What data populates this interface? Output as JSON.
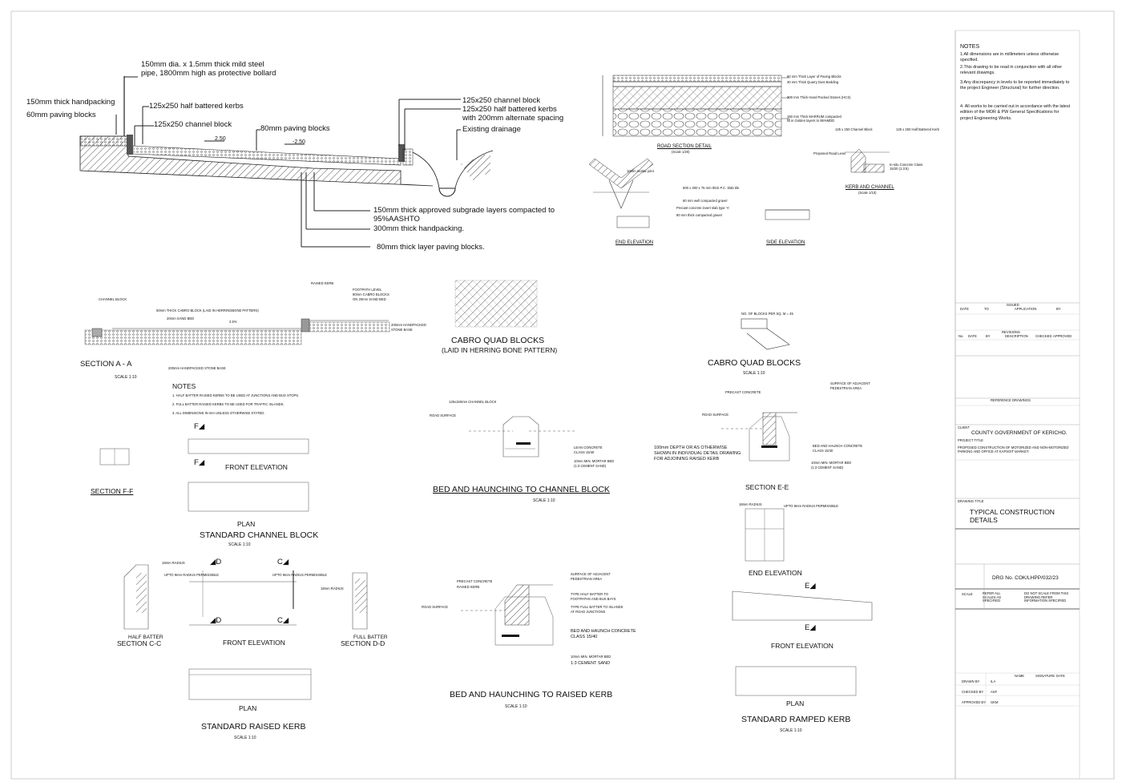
{
  "road_section": {
    "leaders": [
      "150mm dia. x 1.5mm thick mild steel",
      "pipe, 1800mm high as protective bollard",
      "150mm thick handpacking",
      "60mm paving blocks",
      "125x250 half battered kerbs",
      "125x250 channel block",
      "80mm paving blocks",
      "125x250 channel block",
      "125x250 half battered kerbs",
      "with 200mm alternate spacing",
      "Existing drainage",
      "150mm thick approved subgrade layers compacted to",
      "95%AASHTO",
      "300mm thick handpacking.",
      "80mm thick layer paving blocks."
    ],
    "falls": [
      "2.50",
      "-2.50"
    ]
  },
  "road_detail": {
    "title": "ROAD SECTION DETAIL",
    "scale": "(Scale 1/20)",
    "layers": [
      "80 mm Thick Layer of Paving Blocks",
      "30 mm Thick Quarry Dust Bedding",
      "300 mm Thick Hand Packed Stones (HCS)",
      "150 mm Thick MARRUM compacted fill in Golden layers to 95%MDD"
    ],
    "end_elevation": "END ELEVATION",
    "side_elevation": "SIDE ELEVATION",
    "end_notes": [
      "10mm mortar joint",
      "600 x 300 x 75 mm thick P.C. Slab tile",
      "60 mm well compacted gravel",
      "Precast concrete invert slab type 'A'",
      "80 mm thick compacted gravel"
    ],
    "kerb_title": "KERB AND CHANNEL",
    "kerb_scale": "(Scale 1/10)",
    "kerb_notes": [
      "125 x 250 Channel Block",
      "125 x 250 Half Battered Kerb",
      "Proposed Road Level",
      "In-situ Concrete Class 15/20 (1:3:6)"
    ]
  },
  "section_aa": {
    "title": "SECTION A - A",
    "scale": "SCALE 1:10",
    "labels": [
      "CHANNEL BLOCK",
      "50mm THICK CABRO BLOCK (LAID IN HERRINGBONE PATTERN)",
      "20mm SAND BED",
      "2.5%",
      "RAISED KERB",
      "FOOTPATH LEVEL",
      "80mm CABRO BLOCKS",
      "ON 20mm SAND BED",
      "200mm HANDPACKED",
      "STONE BASE",
      "200mm HANDPACKED STONE BASE"
    ]
  },
  "cabro_1": {
    "title": "CABRO QUAD BLOCKS",
    "subtitle": "(LAID IN HERRING BONE PATTERN)"
  },
  "cabro_2": {
    "title": "CABRO QUAD BLOCKS",
    "scale": "SCALE 1:10",
    "note": "NO. OF BLOCKS PER SQ. M = 45"
  },
  "notes_left": {
    "title": "NOTES",
    "items": [
      "1. HALF BATTER RAISED KERBS TO BE USED AT JUNCTIONS AND BUS STOPS.",
      "2. FULL BATTER RAISED KERBS TO BE USED FOR TRAFFIC ISLANDS.",
      "3. ALL DIMENSIONS IN mm UNLESS OTHERWISE STATED."
    ]
  },
  "channel_block": {
    "section_ff": "SECTION F-F",
    "front_elevation": "FRONT ELEVATION",
    "plan": "PLAN",
    "title": "STANDARD CHANNEL BLOCK",
    "scale": "SCALE 1:10",
    "marker_f1": "F",
    "marker_f2": "F"
  },
  "bed_channel": {
    "title": "BED AND HAUNCHING TO CHANNEL BLOCK",
    "scale": "SCALE 1:10",
    "labels": [
      "125x150mm CHANNEL BLOCK",
      "ROAD SURFACE",
      "LEAN CONCRETE",
      "CLASS 15/40",
      "10mm MIN. MORTAR BED",
      "(1:3 CEMENT SAND)"
    ]
  },
  "section_ee": {
    "title": "SECTION E-E",
    "labels": [
      "SURFACE OF ADJACENT",
      "PEDESTRIAN AREA",
      "PRECAST CONCRETE",
      "ROAD SURFACE",
      "100mm DEPTH OR AS OTHERWISE",
      "SHOWN IN INDIVIDUAL DETAIL DRAWING",
      "FOR ADJOINING RAISED KERB",
      "BED AND HAUNCH CONCRETE",
      "CLASS 15/40",
      "10mm MIN. MORTAR BED",
      "(1:3 CEMENT SAND)"
    ]
  },
  "ramped_kerb": {
    "radius_left": "18mm RADIUS",
    "radius_right": "UPTO 9mm RADIUS PERMISSIBLE",
    "end_elevation": "END ELEVATION",
    "front_elevation": "FRONT ELEVATION",
    "plan": "PLAN",
    "title": "STANDARD RAMPED KERB",
    "scale": "SCALE 1:10",
    "marker_e1": "E",
    "marker_e2": "E"
  },
  "raised_kerb": {
    "radius1": "18mm RADIUS",
    "radius2": "UPTO 9mm RADIUS PERMISSIBLE",
    "radius3": "UPTO 9mm RADIUS PERMISSIBLE",
    "radius4": "18mm RADIUS",
    "half_batter": "HALF BATTER",
    "section_cc": "SECTION C-C",
    "front_elevation": "FRONT ELEVATION",
    "full_batter": "FULL BATTER",
    "section_dd": "SECTION D-D",
    "plan": "PLAN",
    "title": "STANDARD RAISED KERB",
    "scale": "SCALE 1:10",
    "marker_d1": "D",
    "marker_c1": "C",
    "marker_d2": "D",
    "marker_c2": "C"
  },
  "bed_kerb": {
    "title": "BED AND HAUNCHING TO RAISED KERB",
    "scale": "SCALE 1:10",
    "labels": [
      "PRECAST CONCRETE",
      "RAISED KERB",
      "SURFACE OF ADJACENT",
      "PEDESTRIAN AREA",
      "TYPE HALF BATTER TO",
      "FOOTPATHS AND BUS BAYS",
      "TYPE FULL BATTER TO ISLANDS",
      "AT ROAD JUNCTIONS",
      "ROAD SURFACE",
      "BED AND HAUNCH CONCRETE",
      "CLASS 15/40",
      "10mm MIN. MORTAR BED",
      "1:3 CEMENT SAND"
    ]
  },
  "notes_right": {
    "title": "NOTES",
    "items": [
      "1.All dimensions are in millimeters unless otherwise specified.",
      "2.This drawing to be read in conjunction with all other relevant drawings.",
      "3.Any discrepancy in levels to be reported immediately to the project Engineer (Structural) for further direction.",
      "4. All works to be carried out in accordance with the latest edition of the MOR & PW General Specifications for project Engineering Works."
    ]
  },
  "title_block": {
    "issued": "ISSUED",
    "issued_cols": [
      "DATE",
      "TO",
      "APPLICATION",
      "BY"
    ],
    "revisions": "REVISIONS",
    "rev_cols": [
      "No.",
      "DATE",
      "BY",
      "DESCRIPTION",
      "CHECKED",
      "APPROVED"
    ],
    "reference": "REFERENCE DRAWINGS",
    "client_label": "CLIENT",
    "client": "COUNTY GOVERNMENT OF KERICHO.",
    "project_label": "PROJECT TITLE",
    "project": "PROPOSED CONSTRUCTION OF MOTORIZED AND NON-MOTORIZED PARKING AND OFFICE AT KAPSOIT MARKET.",
    "drawing_label": "DRAWING TITLE",
    "drawing_title_1": "TYPICAL  CONSTRUCTION",
    "drawing_title_2": "DETAILS",
    "drg_no": "DRG No. COK/LHPP/032/23",
    "scale_label": "SCALE",
    "scale_note": "REFER ALL SCALES AS SPECIFIED",
    "copy_note": "DO NOT SCALE FROM THIS DRAWING REFER INFORMATION SPECIFIED",
    "sign_cols": [
      "NAME",
      "SIGNATURE",
      "DATE"
    ],
    "sign_rows": [
      {
        "role": "DRAWN BY",
        "name": "ILA"
      },
      {
        "role": "CHECKED BY",
        "name": "ASF"
      },
      {
        "role": "APPROVED BY",
        "name": "GKM"
      }
    ]
  }
}
